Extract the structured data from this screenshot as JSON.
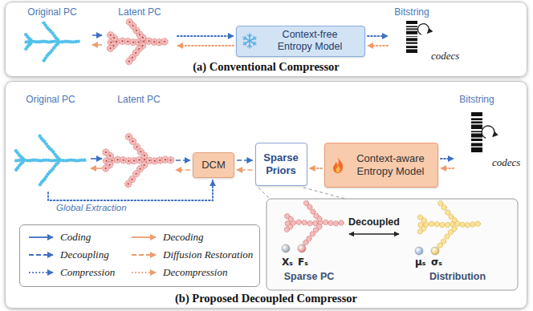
{
  "diagram": {
    "nodes": [
      {
        "text": [
          "(a) Conventional Compressor"
        ]
      },
      {
        "text": [
          "Original PC"
        ],
        "in": 0
      },
      {
        "text": [
          "Latent PC"
        ],
        "in": 0
      },
      {
        "text": [
          "Context-free Entropy Model"
        ],
        "in": 0
      },
      {
        "text": [
          "Bitstring"
        ],
        "in": 0
      },
      {
        "text": [
          "(b) Proposed Decoupled Compressor"
        ]
      },
      {
        "text": [
          "Original PC"
        ],
        "in": 5
      },
      {
        "text": [
          "Latent PC"
        ],
        "in": 5
      },
      {
        "text": [
          "DCM"
        ],
        "in": 5
      },
      {
        "text": [
          "Sparse Priors"
        ],
        "in": 5
      },
      {
        "text": [
          "Context-aware Entropy Model"
        ],
        "in": 5
      },
      {
        "text": [
          "Bitstring"
        ],
        "in": 5
      },
      {
        "text": [
          "Xₛ",
          "Fₛ",
          "Sparse PC"
        ],
        "in": 5
      },
      {
        "text": [
          "μₛ",
          "σₛ",
          "Distribution"
        ],
        "in": 5
      }
    ],
    "edges": [
      {
        "from": 1,
        "to": 2,
        "arrow": "to"
      },
      {
        "from": 2,
        "to": 1,
        "arrow": "to"
      },
      {
        "from": 2,
        "to": 3,
        "arrow": "to"
      },
      {
        "from": 3,
        "to": 2,
        "arrow": "to"
      },
      {
        "from": 3,
        "to": 4,
        "arrow": "to"
      },
      {
        "from": 4,
        "to": 3,
        "arrow": "to"
      },
      {
        "from": 6,
        "to": 7,
        "arrow": "to"
      },
      {
        "from": 7,
        "to": 6,
        "arrow": "to"
      },
      {
        "from": 7,
        "to": 8,
        "arrow": "to"
      },
      {
        "from": 8,
        "to": 7,
        "arrow": "to"
      },
      {
        "from": 8,
        "to": 9,
        "arrow": "to"
      },
      {
        "from": 9,
        "to": 8,
        "arrow": "to"
      },
      {
        "from": 10,
        "to": 9,
        "arrow": "to"
      },
      {
        "from": 10,
        "to": 11,
        "arrow": "to"
      },
      {
        "from": 11,
        "to": 10,
        "arrow": "to"
      },
      {
        "from": 6,
        "to": 8,
        "label": "Global Extraction",
        "arrow": "to"
      },
      {
        "from": 12,
        "to": 13,
        "label": "Decoupled",
        "arrow": "both"
      }
    ],
    "labels": [
      "codecs",
      "codecs"
    ],
    "legend": [
      {
        "text": "Coding"
      },
      {
        "text": "Decoding"
      },
      {
        "text": "Decoupling"
      },
      {
        "text": "Diffusion Restoration"
      },
      {
        "text": "Compression"
      },
      {
        "text": "Decompression"
      }
    ]
  }
}
